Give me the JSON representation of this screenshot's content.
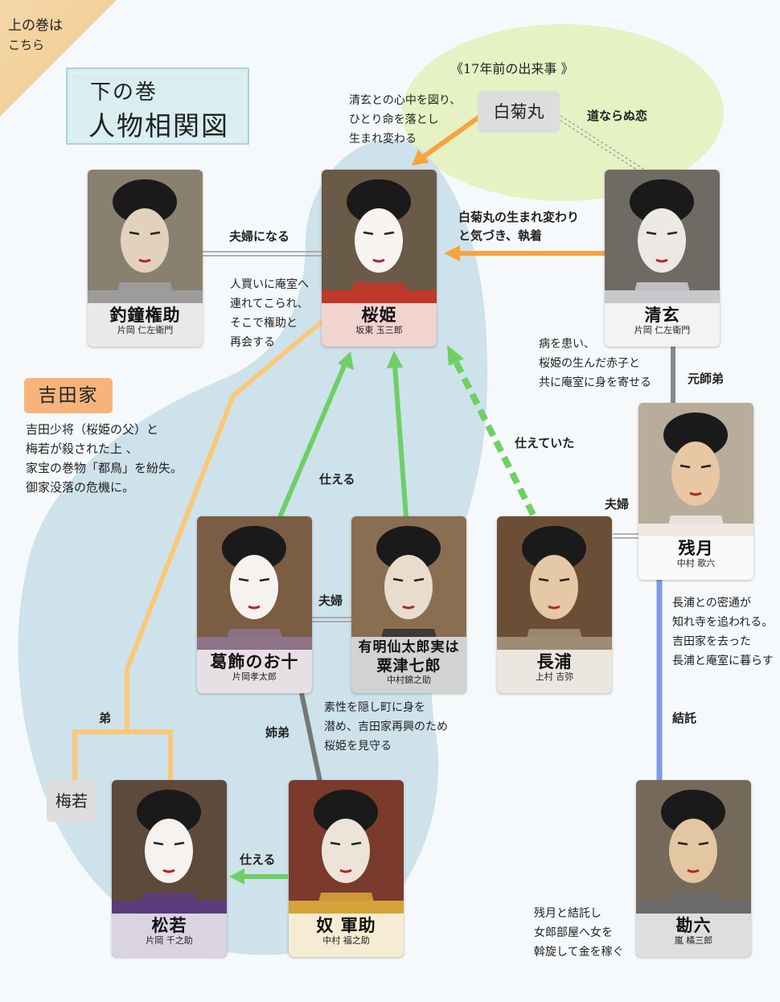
{
  "corner_link": {
    "line1": "上の巻は",
    "line2": "こちら"
  },
  "title": {
    "line1": "下の巻",
    "line2": "人物相関図"
  },
  "past_event": "《17年前の出来事 》",
  "shiragiku_tag": "白菊丸",
  "umewaka_tag": "梅若",
  "yoshida": {
    "title": "吉田家",
    "description": "吉田少将（桜姫の父）と\n梅若が殺された上 、\n家宝の巻物「都鳥」を紛失。\n御家没落の危機に。"
  },
  "characters": [
    {
      "id": "gonsuke",
      "name": "釣鐘権助",
      "actor": "片岡 仁左衛門"
    },
    {
      "id": "sakurahime",
      "name": "桜姫",
      "actor": "坂東 玉三郎"
    },
    {
      "id": "seigen",
      "name": "清玄",
      "actor": "片岡 仁左衛門"
    },
    {
      "id": "zangetsu",
      "name": "残月",
      "actor": "中村 歌六"
    },
    {
      "id": "ojuu",
      "name": "葛飾のお十",
      "actor": "片岡孝太郎"
    },
    {
      "id": "ariake",
      "name": "有明仙太郎実は",
      "name2": "粟津七郎",
      "actor": "中村錦之助"
    },
    {
      "id": "nagaura",
      "name": "長浦",
      "actor": "上村 吉弥"
    },
    {
      "id": "matsuwaka",
      "name": "松若",
      "actor": "片岡 千之助"
    },
    {
      "id": "gunsuke",
      "name": "奴 軍助",
      "actor": "中村 福之助"
    },
    {
      "id": "kanroku",
      "name": "勘六",
      "actor": "嵐 橘三郎"
    }
  ],
  "relations": {
    "fuufu_ni_naru": "夫婦になる",
    "michinaranu": "道ならぬ恋",
    "umarekawari": "白菊丸の生まれ変わり\nと気づき、執着",
    "moto_deshi": "元師弟",
    "fuufu1": "夫婦",
    "fuufu2": "夫婦",
    "tsukaeru1": "仕える",
    "tsukaeru2": "仕える",
    "tsukaeteita": "仕えていた",
    "shitei": "姉弟",
    "otouto": "弟",
    "kettaku": "結託"
  },
  "notes": {
    "shiragiku": "清玄との心中を図り、\nひとり命を落とし\n生まれ変わる",
    "gonsuke": "人買いに庵室へ\n連れてこられ、\nそこで権助と\n再会する",
    "seigen": "病を患い、\n桜姫の生んだ赤子と\n共に庵室に身を寄せる",
    "zangetsu": "長浦との密通が\n知れ寺を追われる。\n吉田家を去った\n長浦と庵室に暮らす",
    "ariake": "素性を隠し町に身を\n潜め、吉田家再興のため\n桜姫を見守る",
    "kanroku": "残月と結託し\n女郎部屋へ女を\n斡旋して金を稼ぐ"
  },
  "colors": {
    "orange": "#f7a440",
    "green": "#6ed064",
    "light_orange": "#fbc879",
    "blue": "#7d9be8",
    "gray": "#888888",
    "region_blue": "#cbe0ea",
    "region_green": "#e6f1c4",
    "yoshida": "#f6b47c"
  }
}
